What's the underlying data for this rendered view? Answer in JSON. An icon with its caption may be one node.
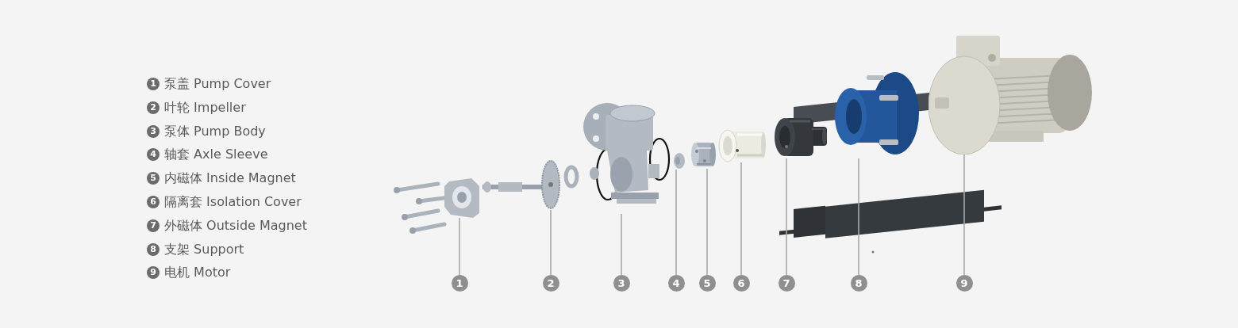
{
  "diagram": {
    "nodes": [
      {
        "text": [],
        "shape": "picture"
      },
      {
        "text": [],
        "shape": "picture"
      },
      {
        "text": [],
        "shape": "picture"
      },
      {
        "text": [],
        "shape": "picture"
      },
      {
        "text": [],
        "shape": "picture"
      },
      {
        "text": [],
        "shape": "picture"
      },
      {
        "text": [],
        "shape": "picture"
      },
      {
        "text": [],
        "shape": "picture"
      },
      {
        "text": [],
        "shape": "picture"
      },
      {
        "text": [
          "1"
        ]
      },
      {
        "text": [
          "2"
        ]
      },
      {
        "text": [
          "3"
        ]
      },
      {
        "text": [
          "4"
        ]
      },
      {
        "text": [
          "5"
        ]
      },
      {
        "text": [
          "6"
        ]
      },
      {
        "text": [
          "7"
        ]
      },
      {
        "text": [
          "8"
        ]
      },
      {
        "text": [
          "9"
        ]
      }
    ],
    "edges": [
      {
        "from": 9,
        "to": 0,
        "arrow": "none"
      },
      {
        "from": 10,
        "to": 1,
        "arrow": "none"
      },
      {
        "from": 11,
        "to": 2,
        "arrow": "none"
      },
      {
        "from": 12,
        "to": 3,
        "arrow": "none"
      },
      {
        "from": 13,
        "to": 4,
        "arrow": "none"
      },
      {
        "from": 14,
        "to": 5,
        "arrow": "none"
      },
      {
        "from": 15,
        "to": 6,
        "arrow": "none"
      },
      {
        "from": 16,
        "to": 7,
        "arrow": "none"
      },
      {
        "from": 17,
        "to": 8,
        "arrow": "none"
      }
    ],
    "labels": [
      "1",
      "泵盖 Pump Cover",
      "2",
      "叶轮 Impeller",
      "3",
      "泵体 Pump Body",
      "4",
      "轴套 Axle Sleeve",
      "5",
      "内磁体 Inside Magnet",
      "6",
      "隔离套 Isolation Cover",
      "7",
      "外磁体 Outside Magnet",
      "8",
      "支架 Support",
      "9",
      "电机 Motor"
    ]
  }
}
